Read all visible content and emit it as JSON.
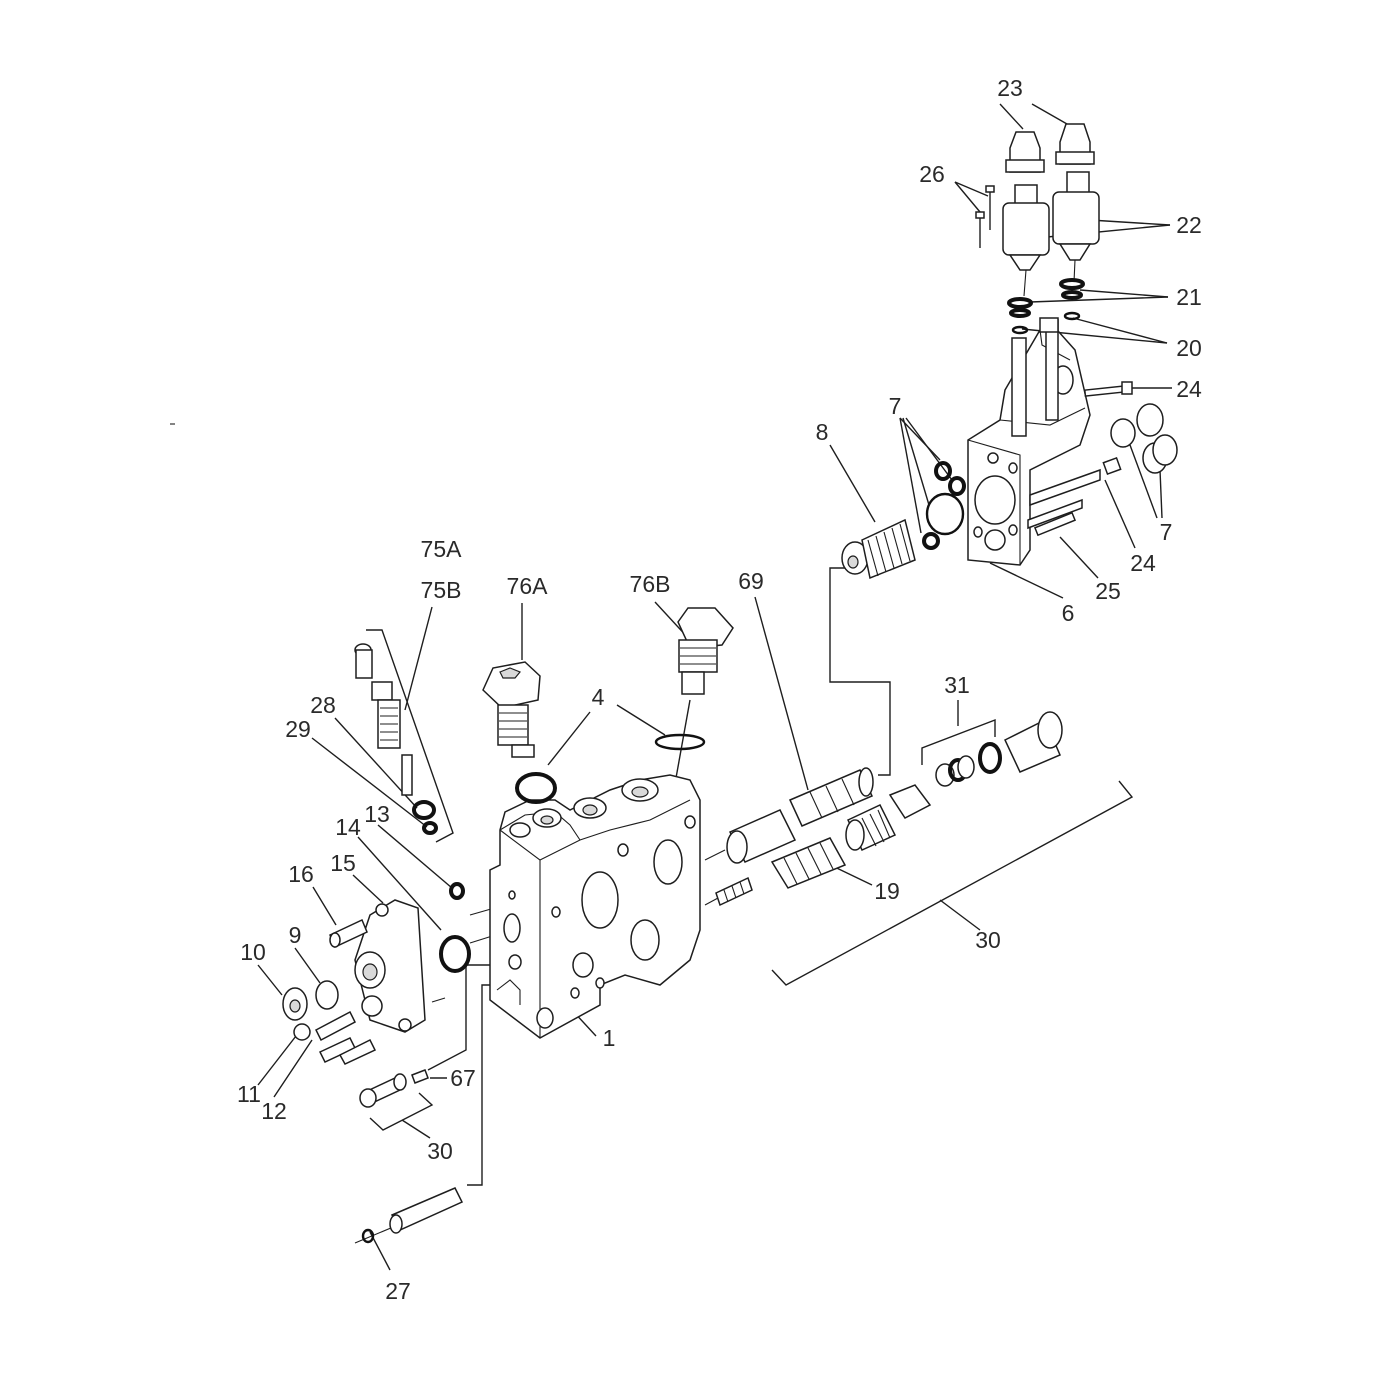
{
  "labels": {
    "l1": "1",
    "l4": "4",
    "l6": "6",
    "l7a": "7",
    "l7b": "7",
    "l8": "8",
    "l9": "9",
    "l10": "10",
    "l11": "11",
    "l12": "12",
    "l13": "13",
    "l14": "14",
    "l15": "15",
    "l16": "16",
    "l19": "19",
    "l20": "20",
    "l21": "21",
    "l22": "22",
    "l23": "23",
    "l24a": "24",
    "l24b": "24",
    "l25": "25",
    "l26": "26",
    "l27": "27",
    "l28": "28",
    "l29": "29",
    "l30a": "30",
    "l30b": "30",
    "l31": "31",
    "l67": "67",
    "l69": "69",
    "l75a": "75A",
    "l75b": "75B",
    "l76a": "76A",
    "l76b": "76B"
  },
  "colors": {
    "line": "#1e1e1e",
    "text": "#2a2a2a",
    "background": "#ffffff"
  }
}
